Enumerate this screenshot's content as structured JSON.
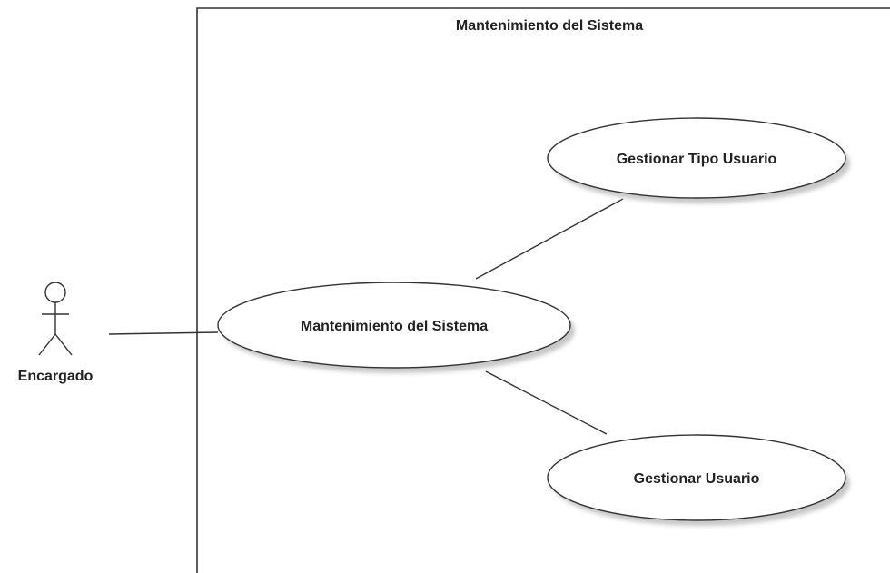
{
  "system_boundary": {
    "title": "Mantenimiento del Sistema"
  },
  "actor": {
    "name": "Encargado"
  },
  "use_cases": {
    "main": "Mantenimiento del Sistema",
    "tipo_usuario": "Gestionar Tipo Usuario",
    "usuario": "Gestionar Usuario"
  },
  "colors": {
    "stroke": "#333333",
    "shadow": "#c8c8c8",
    "fill": "#ffffff",
    "text": "#222222"
  }
}
